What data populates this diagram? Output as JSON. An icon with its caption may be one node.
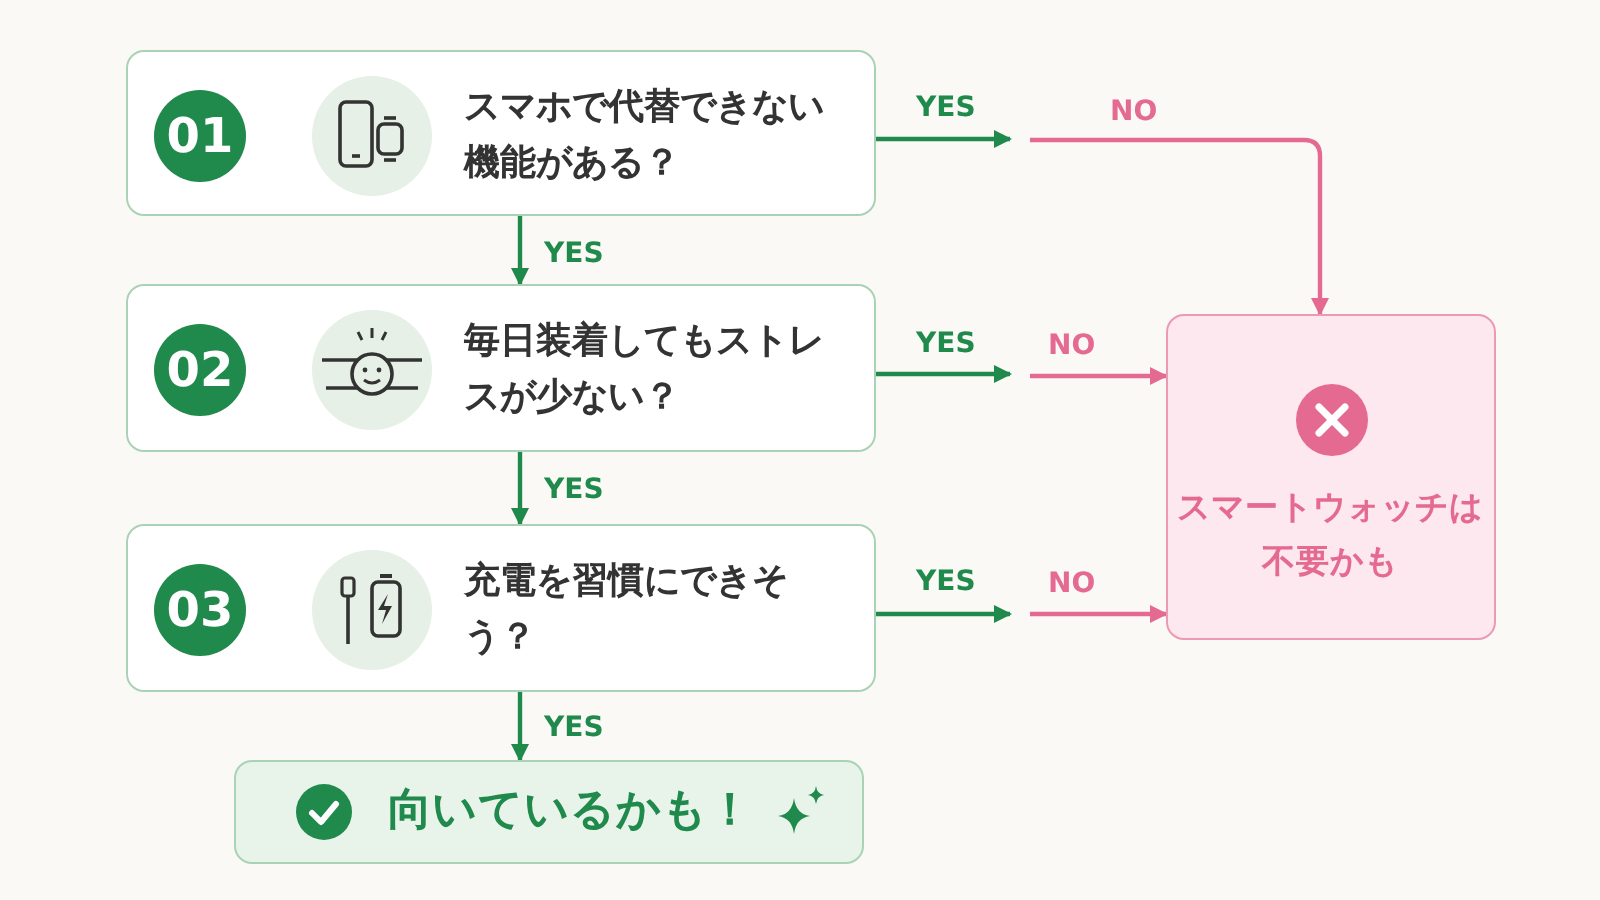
{
  "diagram": {
    "nodes": [
      {
        "text": [
          "01",
          "スマホで代替できない機能がある？"
        ]
      },
      {
        "text": [
          "02",
          "毎日装着してもストレスが少ない？"
        ]
      },
      {
        "text": [
          "03",
          "充電を習慣にできそう？"
        ]
      },
      {
        "text": [
          "向いているかも！"
        ]
      },
      {
        "text": [
          "スマートウォッチは不要かも"
        ]
      }
    ],
    "edges": [
      {
        "from": 0,
        "to": 1,
        "arrow": "to",
        "label": "YES"
      },
      {
        "from": 1,
        "to": 2,
        "arrow": "to",
        "label": "YES"
      },
      {
        "from": 2,
        "to": 3,
        "arrow": "to",
        "label": "YES"
      },
      {
        "from": 0,
        "to": null,
        "arrow": "to",
        "label": "YES"
      },
      {
        "from": null,
        "to": 4,
        "arrow": "to",
        "label": "NO",
        "color": "#e56a91"
      },
      {
        "from": 1,
        "to": null,
        "arrow": "to",
        "label": "YES"
      },
      {
        "from": null,
        "to": 4,
        "arrow": "to",
        "label": "NO",
        "color": "#e56a91"
      },
      {
        "from": 2,
        "to": null,
        "arrow": "to",
        "label": "YES"
      },
      {
        "from": null,
        "to": 4,
        "arrow": "to",
        "label": "NO",
        "color": "#e56a91"
      }
    ]
  }
}
